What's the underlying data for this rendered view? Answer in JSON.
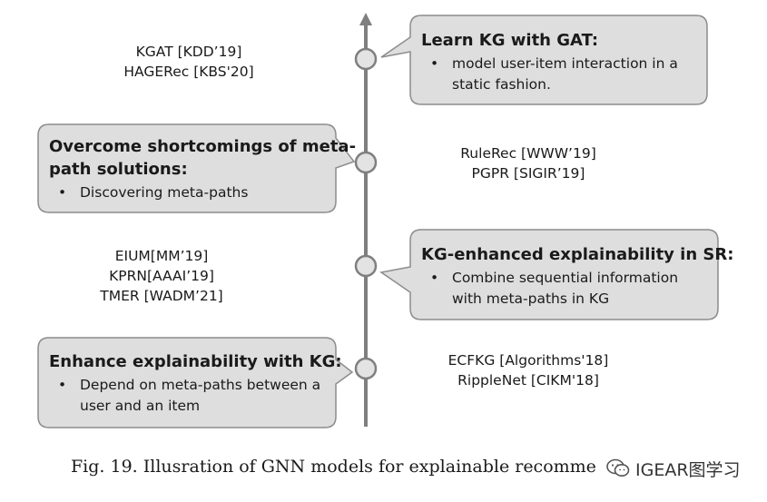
{
  "boxes": [
    {
      "title_lines": [
        "Learn KG with GAT:"
      ],
      "bullets": [
        [
          "model user-item interaction in a",
          "static fashion."
        ]
      ]
    },
    {
      "title_lines": [
        "Overcome shortcomings of meta-",
        "path solutions:"
      ],
      "bullets": [
        [
          "Discovering meta-paths"
        ]
      ]
    },
    {
      "title_lines": [
        "KG-enhanced explainability in SR:"
      ],
      "bullets": [
        [
          "Combine sequential information",
          "with meta-paths in KG"
        ]
      ]
    },
    {
      "title_lines": [
        "Enhance explainability with KG:"
      ],
      "bullets": [
        [
          "Depend on meta-paths between a",
          "user and an item"
        ]
      ]
    }
  ],
  "bullet_glyph": "•",
  "references": [
    [
      "KGAT [KDD’19]",
      "HAGERec [KBS'20]"
    ],
    [
      "RuleRec [WWW’19]",
      "PGPR [SIGIR’19]"
    ],
    [
      "EIUM[MM’19]",
      "KPRN[AAAI’19]",
      "TMER [WADM’21]"
    ],
    [
      "ECFKG [Algorithms'18]",
      "RippleNet [CIKM'18]"
    ]
  ],
  "caption": "Fig. 19.  Illusration of GNN models for explainable recomme",
  "watermark": {
    "text": "IGEAR图学习",
    "icon": "wechat-icon"
  },
  "colors": {
    "box_fill": "#dedede",
    "box_stroke": "#8c8c8c",
    "axis": "#7f7f7f",
    "node_fill": "#e3e3e3",
    "node_stroke": "#7f7f7f"
  }
}
